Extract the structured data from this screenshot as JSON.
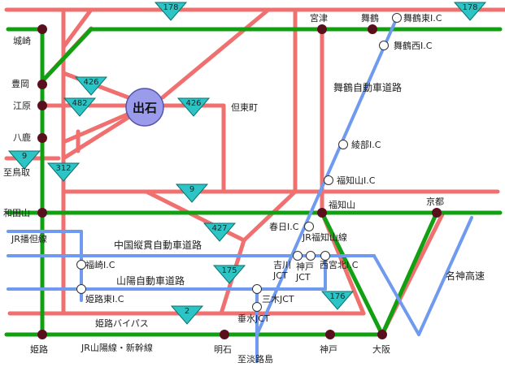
{
  "center": {
    "label": "出石"
  },
  "colors": {
    "national_road": "#f07070",
    "jr_line": "#11a011",
    "expressway": "#6f9af0",
    "badge": "#2cc4c4",
    "center": "#9b9bec"
  },
  "route_badges": [
    {
      "id": "b178a",
      "label": "178"
    },
    {
      "id": "b178b",
      "label": "178"
    },
    {
      "id": "b426a",
      "label": "426"
    },
    {
      "id": "b482",
      "label": "482"
    },
    {
      "id": "b426b",
      "label": "426"
    },
    {
      "id": "b9a",
      "label": "9"
    },
    {
      "id": "b312",
      "label": "312"
    },
    {
      "id": "b9b",
      "label": "9"
    },
    {
      "id": "b427",
      "label": "427"
    },
    {
      "id": "b175",
      "label": "175"
    },
    {
      "id": "b176",
      "label": "176"
    },
    {
      "id": "b2",
      "label": "2"
    }
  ],
  "stations": [
    {
      "id": "kinosaki",
      "label": "城崎"
    },
    {
      "id": "toyooka",
      "label": "豊岡"
    },
    {
      "id": "ebara",
      "label": "江原"
    },
    {
      "id": "yoka",
      "label": "八鹿"
    },
    {
      "id": "wadayama",
      "label": "和田山"
    },
    {
      "id": "himeji",
      "label": "姫路"
    },
    {
      "id": "akashi",
      "label": "明石"
    },
    {
      "id": "kobe",
      "label": "神戸"
    },
    {
      "id": "osaka",
      "label": "大阪"
    },
    {
      "id": "kyoto",
      "label": "京都"
    },
    {
      "id": "fukuchiyama",
      "label": "福知山"
    },
    {
      "id": "miyazu",
      "label": "宮津"
    },
    {
      "id": "maizuru",
      "label": "舞鶴"
    }
  ],
  "interchanges": [
    {
      "id": "maizuru_east",
      "label": "舞鶴東I.C"
    },
    {
      "id": "maizuru_west",
      "label": "舞鶴西I.C"
    },
    {
      "id": "ayabe",
      "label": "綾部I.C"
    },
    {
      "id": "fukuchiyama_ic",
      "label": "福知山I.C"
    },
    {
      "id": "kasuga",
      "label": "春日I.C"
    },
    {
      "id": "fukusaki",
      "label": "福崎I.C"
    },
    {
      "id": "himeji_east",
      "label": "姫路東I.C"
    },
    {
      "id": "yokawa",
      "label": "吉川\nJCT"
    },
    {
      "id": "kobe_jct",
      "label": "神戸\nJCT"
    },
    {
      "id": "nishinomiya",
      "label": "西宮北I.C"
    },
    {
      "id": "miki",
      "label": "三木JCT"
    },
    {
      "id": "tarumi",
      "label": "垂水JCT"
    }
  ],
  "labels": {
    "tanto": "但東町",
    "maizuru_expressway": "舞鶴自動車道路",
    "chugoku_expressway": "中国縦貫自動車道路",
    "sanyo_expressway": "山陽自動車道路",
    "himeji_bypass": "姫路バイパス",
    "jr_bantan": "JR播但線",
    "jr_fukuchiyama": "JR福知山線",
    "jr_sanyo": "JR山陽線・新幹線",
    "to_tottori": "至鳥取",
    "to_awaji": "至淡路島",
    "meishin": "名神高速"
  }
}
